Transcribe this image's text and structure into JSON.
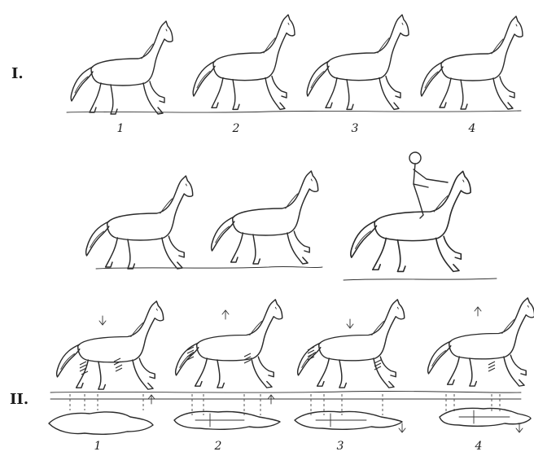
{
  "sections": [
    {
      "label": "I."
    },
    {
      "label": "II."
    }
  ],
  "row1": {
    "numbers": [
      "1",
      "2",
      "3",
      "4"
    ]
  },
  "row3": {
    "numbers": [
      "1",
      "2",
      "3",
      "4"
    ]
  },
  "colors": {
    "ink": "#2a2a2a",
    "background": "#ffffff"
  }
}
